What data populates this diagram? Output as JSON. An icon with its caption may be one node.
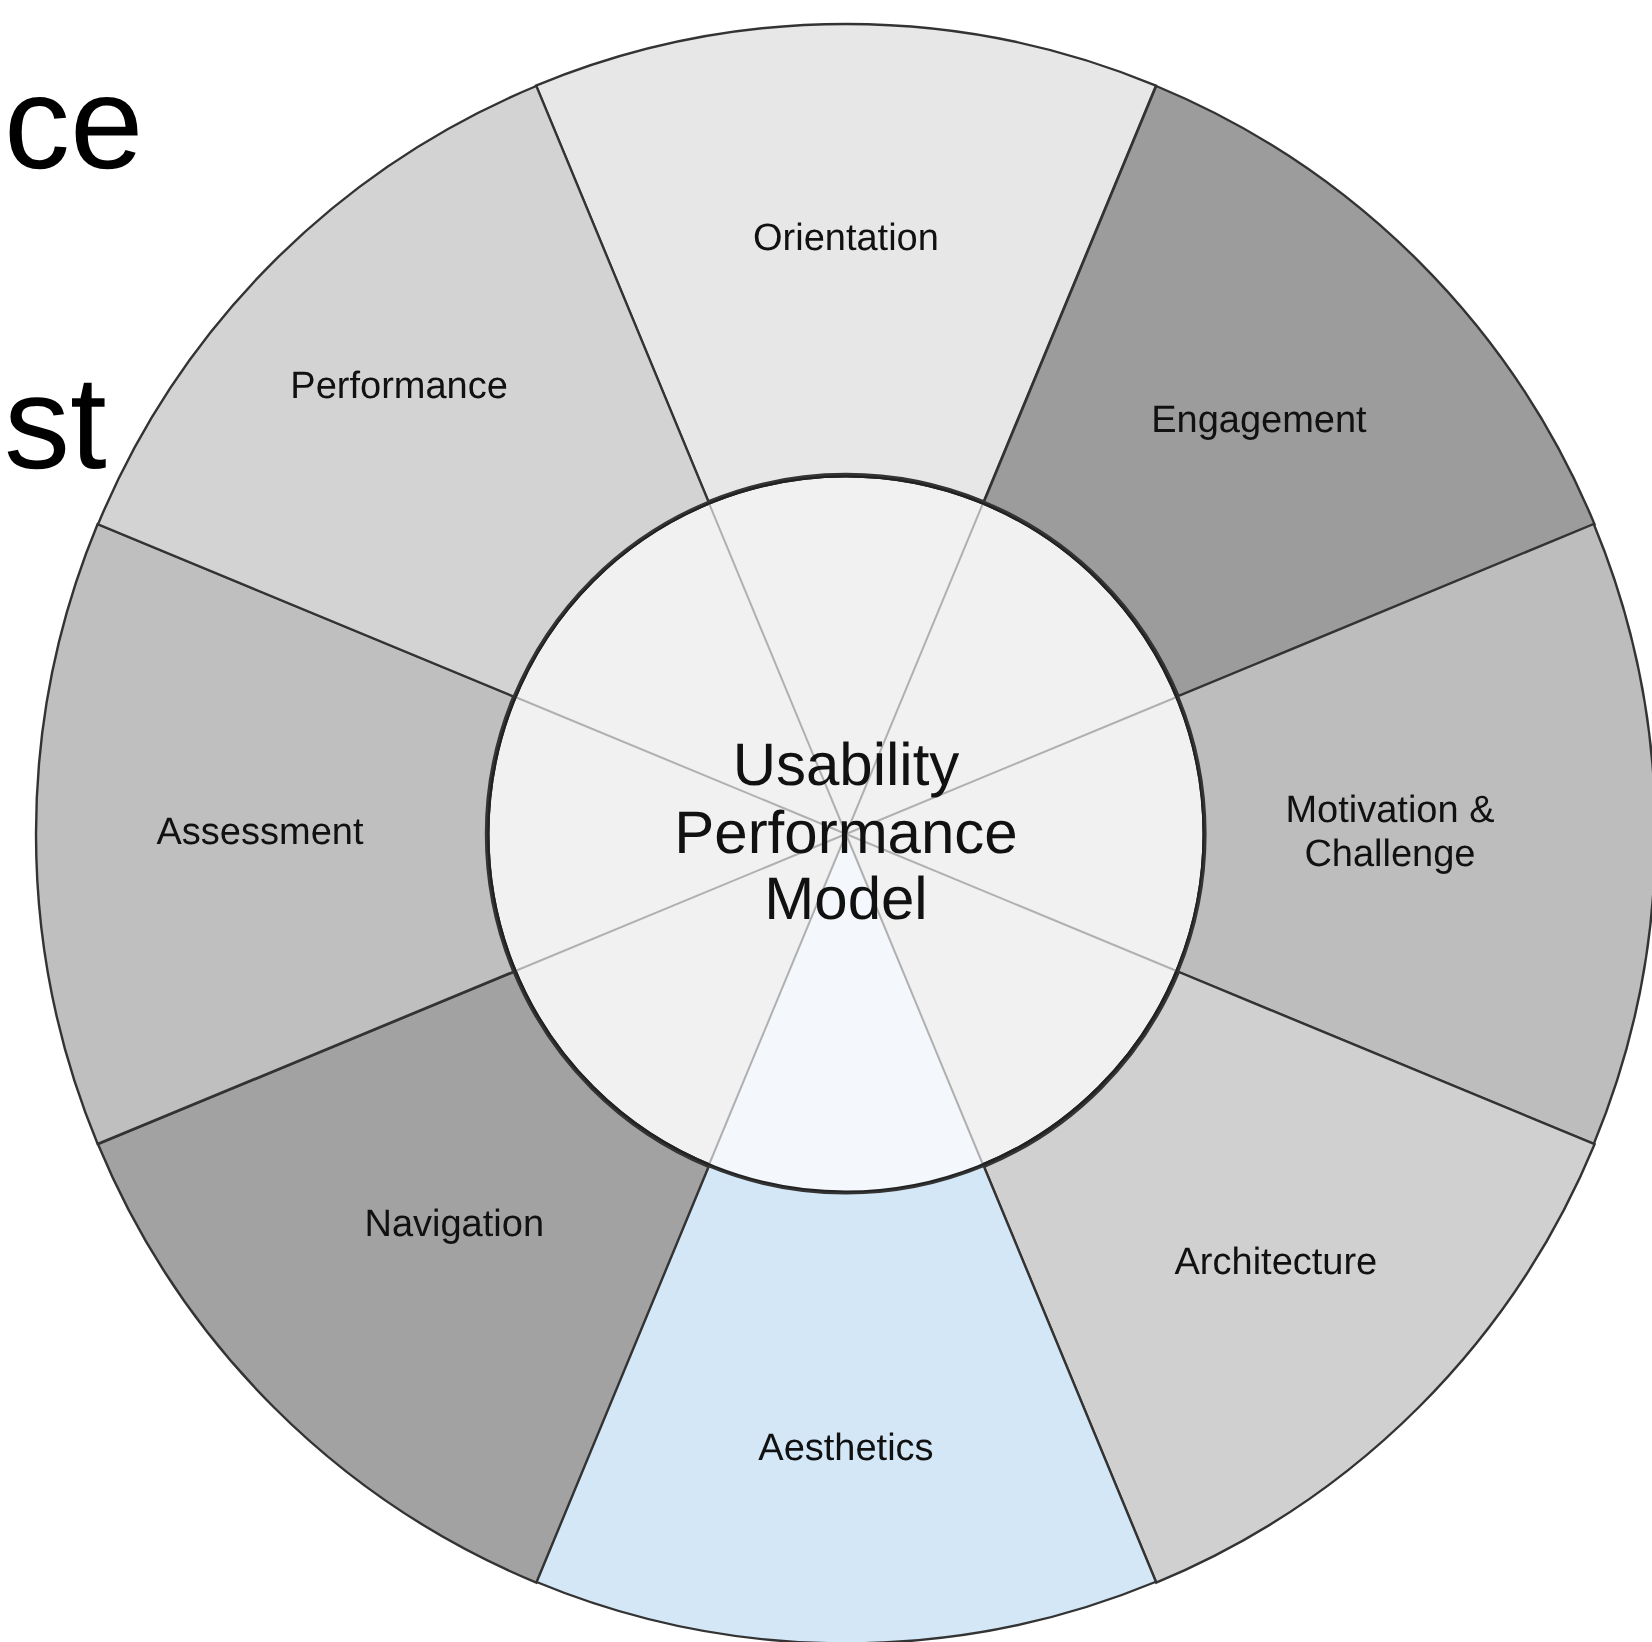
{
  "diagram": {
    "nodes": [
      {
        "text": [
          "Usability Performance Model"
        ]
      },
      {
        "text": [
          "Orientation"
        ]
      },
      {
        "text": [
          "Engagement"
        ]
      },
      {
        "text": [
          "Motivation & Challenge"
        ]
      },
      {
        "text": [
          "Architecture"
        ]
      },
      {
        "text": [
          "Aesthetics"
        ]
      },
      {
        "text": [
          "Navigation"
        ]
      },
      {
        "text": [
          "Assessment"
        ]
      },
      {
        "text": [
          "Performance"
        ]
      }
    ],
    "labels": [
      "ce",
      "st"
    ]
  }
}
